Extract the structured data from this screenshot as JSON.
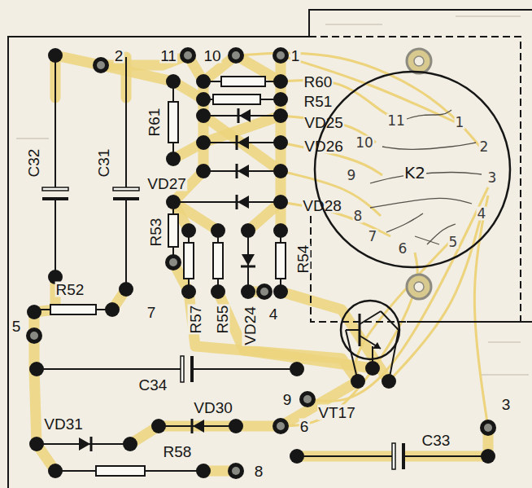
{
  "diagram": {
    "nodes": [
      {
        "text": [
          "K2",
          "11",
          "1",
          "10",
          "2",
          "9",
          "3",
          "8",
          "4",
          "7",
          "6",
          "5"
        ]
      }
    ],
    "labels": [
      "2",
      "11",
      "10",
      "1",
      "R60",
      "R51",
      "VD25",
      "R61",
      "VD26",
      "C32",
      "C31",
      "VD27",
      "VD28",
      "R53",
      "R54",
      "R52",
      "7",
      "5",
      "R57",
      "R55",
      "VD24",
      "4",
      "C34",
      "9",
      "VT17",
      "VD30",
      "6",
      "VD31",
      "C33",
      "3",
      "R58",
      "8"
    ]
  }
}
